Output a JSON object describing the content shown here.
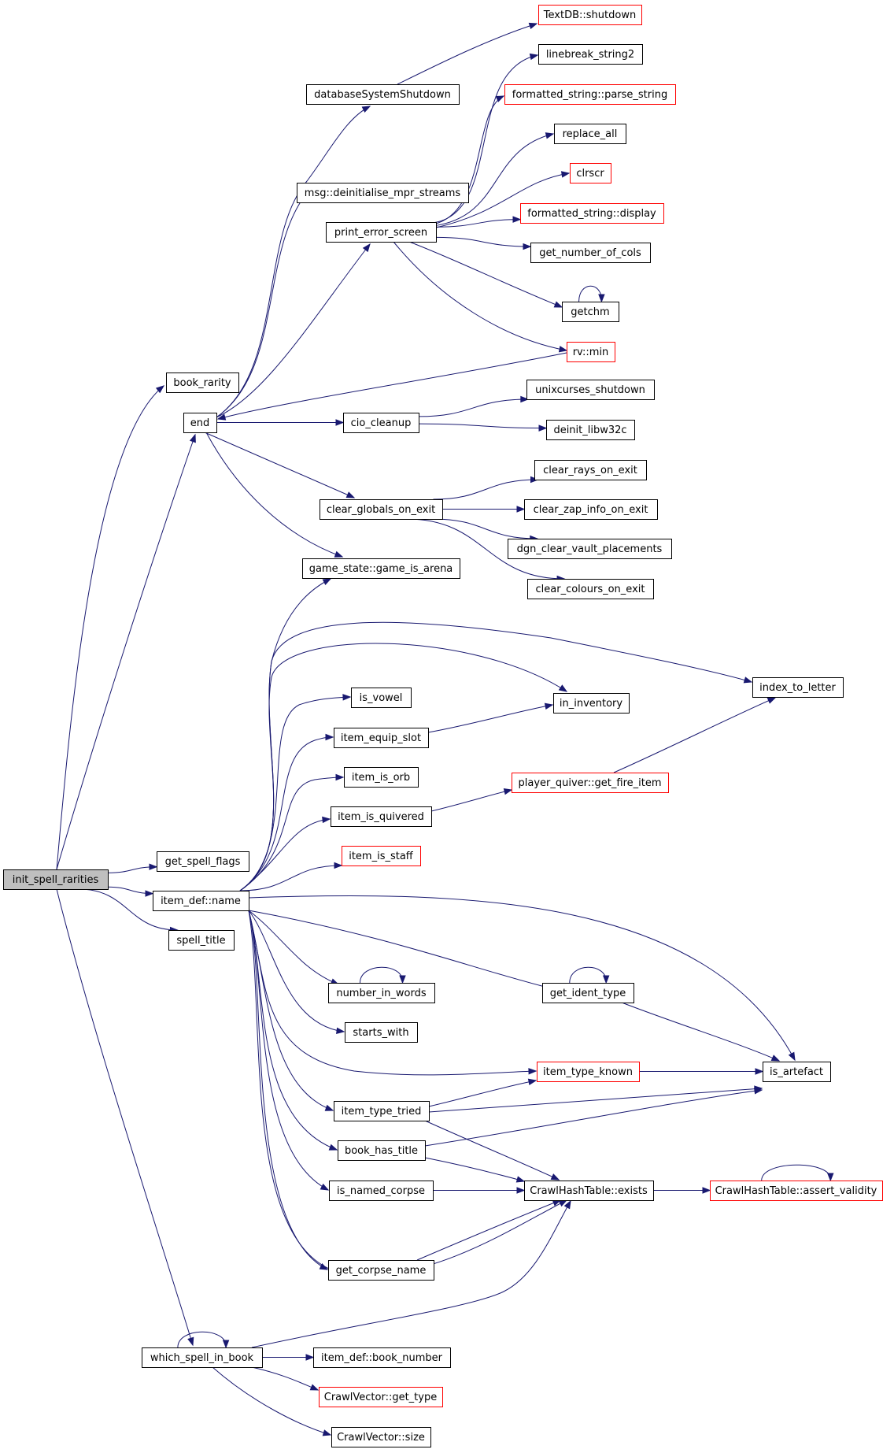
{
  "graph": {
    "edge_color": "#191970",
    "nodes": [
      {
        "id": "init_spell_rarities",
        "label": "init_spell_rarities",
        "style": "root"
      },
      {
        "id": "book_rarity",
        "label": "book_rarity",
        "style": "normal"
      },
      {
        "id": "end",
        "label": "end",
        "style": "normal"
      },
      {
        "id": "get_spell_flags",
        "label": "get_spell_flags",
        "style": "normal"
      },
      {
        "id": "item_def_name",
        "label": "item_def::name",
        "style": "normal"
      },
      {
        "id": "spell_title",
        "label": "spell_title",
        "style": "normal"
      },
      {
        "id": "which_spell_in_book",
        "label": "which_spell_in_book",
        "style": "normal"
      },
      {
        "id": "databaseSystemShutdown",
        "label": "databaseSystemShutdown",
        "style": "normal"
      },
      {
        "id": "TextDB_shutdown",
        "label": "TextDB::shutdown",
        "style": "red"
      },
      {
        "id": "msg_deinit",
        "label": "msg::deinitialise_mpr_streams",
        "style": "normal"
      },
      {
        "id": "print_error_screen",
        "label": "print_error_screen",
        "style": "normal"
      },
      {
        "id": "linebreak_string2",
        "label": "linebreak_string2",
        "style": "normal"
      },
      {
        "id": "fs_parse_string",
        "label": "formatted_string::parse_string",
        "style": "red"
      },
      {
        "id": "replace_all",
        "label": "replace_all",
        "style": "normal"
      },
      {
        "id": "clrscr",
        "label": "clrscr",
        "style": "red"
      },
      {
        "id": "fs_display",
        "label": "formatted_string::display",
        "style": "red"
      },
      {
        "id": "get_number_of_cols",
        "label": "get_number_of_cols",
        "style": "normal"
      },
      {
        "id": "getchm",
        "label": "getchm",
        "style": "normal"
      },
      {
        "id": "rv_min",
        "label": "rv::min",
        "style": "red"
      },
      {
        "id": "cio_cleanup",
        "label": "cio_cleanup",
        "style": "normal"
      },
      {
        "id": "unixcurses_shutdown",
        "label": "unixcurses_shutdown",
        "style": "normal"
      },
      {
        "id": "deinit_libw32c",
        "label": "deinit_libw32c",
        "style": "normal"
      },
      {
        "id": "clear_globals_on_exit",
        "label": "clear_globals_on_exit",
        "style": "normal"
      },
      {
        "id": "clear_rays_on_exit",
        "label": "clear_rays_on_exit",
        "style": "normal"
      },
      {
        "id": "clear_zap_info_on_exit",
        "label": "clear_zap_info_on_exit",
        "style": "normal"
      },
      {
        "id": "dgn_clear_vault_placements",
        "label": "dgn_clear_vault_placements",
        "style": "normal"
      },
      {
        "id": "clear_colours_on_exit",
        "label": "clear_colours_on_exit",
        "style": "normal"
      },
      {
        "id": "game_is_arena",
        "label": "game_state::game_is_arena",
        "style": "normal"
      },
      {
        "id": "index_to_letter",
        "label": "index_to_letter",
        "style": "normal"
      },
      {
        "id": "is_vowel",
        "label": "is_vowel",
        "style": "normal"
      },
      {
        "id": "in_inventory",
        "label": "in_inventory",
        "style": "normal"
      },
      {
        "id": "item_equip_slot",
        "label": "item_equip_slot",
        "style": "normal"
      },
      {
        "id": "item_is_orb",
        "label": "item_is_orb",
        "style": "normal"
      },
      {
        "id": "get_fire_item",
        "label": "player_quiver::get_fire_item",
        "style": "red"
      },
      {
        "id": "item_is_quivered",
        "label": "item_is_quivered",
        "style": "normal"
      },
      {
        "id": "item_is_staff",
        "label": "item_is_staff",
        "style": "red"
      },
      {
        "id": "number_in_words",
        "label": "number_in_words",
        "style": "normal"
      },
      {
        "id": "get_ident_type",
        "label": "get_ident_type",
        "style": "normal"
      },
      {
        "id": "starts_with",
        "label": "starts_with",
        "style": "normal"
      },
      {
        "id": "item_type_known",
        "label": "item_type_known",
        "style": "red"
      },
      {
        "id": "is_artefact",
        "label": "is_artefact",
        "style": "normal"
      },
      {
        "id": "item_type_tried",
        "label": "item_type_tried",
        "style": "normal"
      },
      {
        "id": "book_has_title",
        "label": "book_has_title",
        "style": "normal"
      },
      {
        "id": "is_named_corpse",
        "label": "is_named_corpse",
        "style": "normal"
      },
      {
        "id": "hash_exists",
        "label": "CrawlHashTable::exists",
        "style": "normal"
      },
      {
        "id": "hash_assert_validity",
        "label": "CrawlHashTable::assert_validity",
        "style": "red"
      },
      {
        "id": "get_corpse_name",
        "label": "get_corpse_name",
        "style": "normal"
      },
      {
        "id": "book_number",
        "label": "item_def::book_number",
        "style": "normal"
      },
      {
        "id": "vec_get_type",
        "label": "CrawlVector::get_type",
        "style": "red"
      },
      {
        "id": "vec_size",
        "label": "CrawlVector::size",
        "style": "normal"
      }
    ],
    "edges": [
      [
        "init_spell_rarities",
        "book_rarity"
      ],
      [
        "init_spell_rarities",
        "end"
      ],
      [
        "init_spell_rarities",
        "get_spell_flags"
      ],
      [
        "init_spell_rarities",
        "item_def_name"
      ],
      [
        "init_spell_rarities",
        "spell_title"
      ],
      [
        "init_spell_rarities",
        "which_spell_in_book"
      ],
      [
        "end",
        "databaseSystemShutdown"
      ],
      [
        "end",
        "msg_deinit"
      ],
      [
        "end",
        "print_error_screen"
      ],
      [
        "end",
        "cio_cleanup"
      ],
      [
        "end",
        "clear_globals_on_exit"
      ],
      [
        "end",
        "game_is_arena"
      ],
      [
        "databaseSystemShutdown",
        "TextDB_shutdown"
      ],
      [
        "print_error_screen",
        "linebreak_string2"
      ],
      [
        "print_error_screen",
        "fs_parse_string"
      ],
      [
        "print_error_screen",
        "replace_all"
      ],
      [
        "print_error_screen",
        "clrscr"
      ],
      [
        "print_error_screen",
        "fs_display"
      ],
      [
        "print_error_screen",
        "get_number_of_cols"
      ],
      [
        "print_error_screen",
        "getchm"
      ],
      [
        "print_error_screen",
        "rv_min"
      ],
      [
        "rv_min",
        "end"
      ],
      [
        "getchm",
        "getchm"
      ],
      [
        "cio_cleanup",
        "unixcurses_shutdown"
      ],
      [
        "cio_cleanup",
        "deinit_libw32c"
      ],
      [
        "clear_globals_on_exit",
        "clear_rays_on_exit"
      ],
      [
        "clear_globals_on_exit",
        "clear_zap_info_on_exit"
      ],
      [
        "clear_globals_on_exit",
        "dgn_clear_vault_placements"
      ],
      [
        "clear_globals_on_exit",
        "clear_colours_on_exit"
      ],
      [
        "item_def_name",
        "game_is_arena"
      ],
      [
        "item_def_name",
        "index_to_letter"
      ],
      [
        "item_def_name",
        "in_inventory"
      ],
      [
        "item_def_name",
        "is_vowel"
      ],
      [
        "item_def_name",
        "item_equip_slot"
      ],
      [
        "item_def_name",
        "item_is_orb"
      ],
      [
        "item_def_name",
        "item_is_quivered"
      ],
      [
        "item_def_name",
        "item_is_staff"
      ],
      [
        "item_def_name",
        "is_artefact"
      ],
      [
        "item_def_name",
        "number_in_words"
      ],
      [
        "item_def_name",
        "get_ident_type"
      ],
      [
        "item_def_name",
        "starts_with"
      ],
      [
        "item_def_name",
        "item_type_known"
      ],
      [
        "item_def_name",
        "item_type_tried"
      ],
      [
        "item_def_name",
        "book_has_title"
      ],
      [
        "item_def_name",
        "is_named_corpse"
      ],
      [
        "item_def_name",
        "get_corpse_name"
      ],
      [
        "item_def_name",
        "hash_exists"
      ],
      [
        "item_equip_slot",
        "in_inventory"
      ],
      [
        "item_is_quivered",
        "get_fire_item"
      ],
      [
        "get_fire_item",
        "index_to_letter"
      ],
      [
        "number_in_words",
        "number_in_words"
      ],
      [
        "get_ident_type",
        "get_ident_type"
      ],
      [
        "get_ident_type",
        "is_artefact"
      ],
      [
        "item_type_known",
        "is_artefact"
      ],
      [
        "item_type_tried",
        "item_type_known"
      ],
      [
        "item_type_tried",
        "is_artefact"
      ],
      [
        "item_type_tried",
        "hash_exists"
      ],
      [
        "book_has_title",
        "is_artefact"
      ],
      [
        "book_has_title",
        "hash_exists"
      ],
      [
        "is_named_corpse",
        "hash_exists"
      ],
      [
        "get_corpse_name",
        "hash_exists"
      ],
      [
        "hash_exists",
        "hash_assert_validity"
      ],
      [
        "hash_assert_validity",
        "hash_assert_validity"
      ],
      [
        "which_spell_in_book",
        "which_spell_in_book"
      ],
      [
        "which_spell_in_book",
        "hash_exists"
      ],
      [
        "which_spell_in_book",
        "book_number"
      ],
      [
        "which_spell_in_book",
        "vec_get_type"
      ],
      [
        "which_spell_in_book",
        "vec_size"
      ]
    ]
  }
}
